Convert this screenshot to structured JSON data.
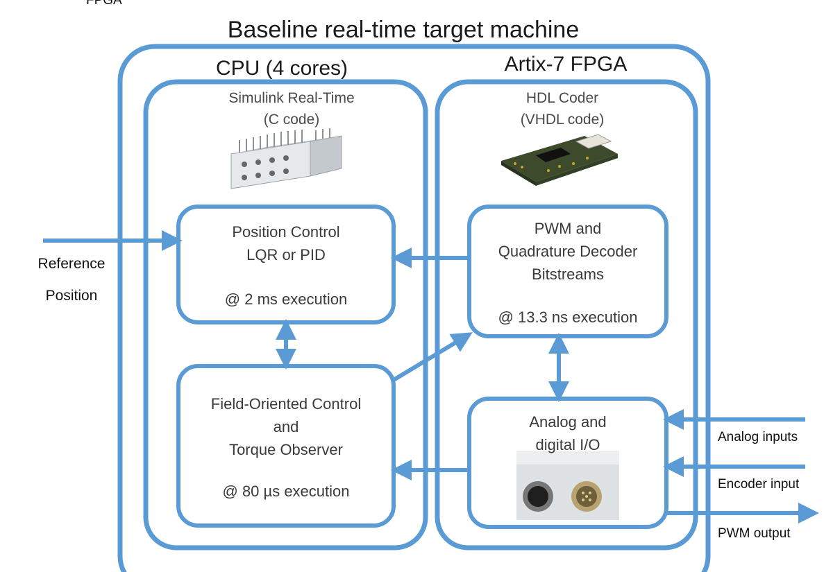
{
  "corner_text": "FPGA",
  "title": "Baseline real-time target machine",
  "cpu": {
    "title": "CPU (4 cores)",
    "subtitle_line1": "Simulink Real-Time",
    "subtitle_line2": "(C code)",
    "position_control": {
      "line1": "Position Control",
      "line2": "LQR or PID",
      "exec": "@ 2 ms  execution"
    },
    "foc": {
      "line1": "Field-Oriented Control",
      "line2": "and",
      "line3": "Torque Observer",
      "exec": "@ 80 µs execution"
    }
  },
  "fpga": {
    "title": "Artix-7  FPGA",
    "subtitle_line1": "HDL Coder",
    "subtitle_line2": "(VHDL code)",
    "pwm_block": {
      "line1": "PWM and",
      "line2": "Quadrature Decoder",
      "line3": "Bitstreams",
      "exec": "@ 13.3 ns execution"
    },
    "io_block": {
      "line1": "Analog and",
      "line2": "digital I/O"
    }
  },
  "inputs": {
    "reference_line1": "Reference",
    "reference_line2": "Position",
    "analog": "Analog inputs",
    "encoder": "Encoder input",
    "pwm_out": "PWM output"
  },
  "colors": {
    "box_stroke": "#5b9bd5",
    "text": "#1a1a1a"
  }
}
